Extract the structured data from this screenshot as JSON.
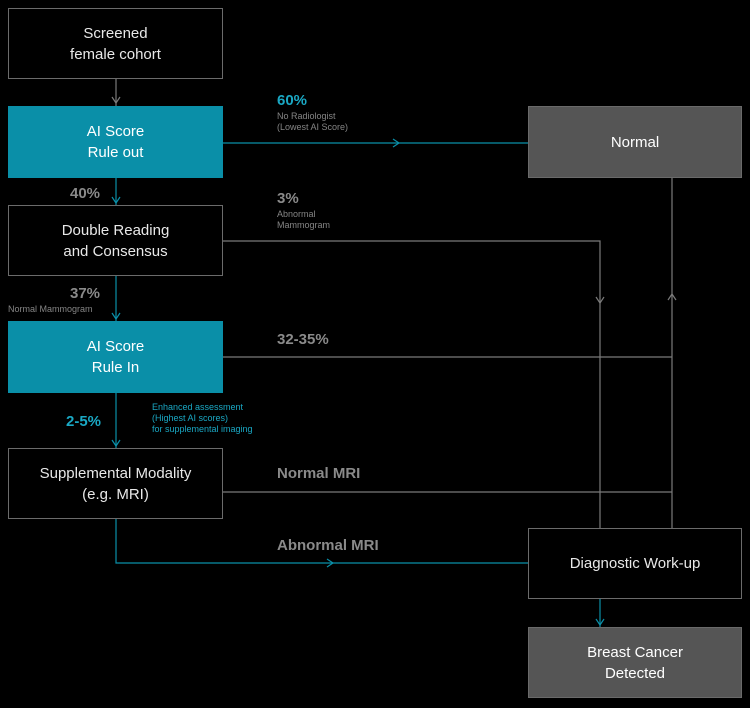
{
  "colors": {
    "background": "#000000",
    "teal": "#0a8fa8",
    "grey_box": "#555555",
    "line": "#7a7a7a"
  },
  "nodes": {
    "screened": {
      "line1": "Screened",
      "line2": "female cohort"
    },
    "ai_rule_out": {
      "line1": "AI Score",
      "line2": "Rule out"
    },
    "double_reading": {
      "line1": "Double Reading",
      "line2": "and Consensus"
    },
    "ai_rule_in": {
      "line1": "AI Score",
      "line2": "Rule In"
    },
    "supplemental": {
      "line1": "Supplemental Modality",
      "line2": "(e.g. MRI)"
    },
    "normal": {
      "line1": "Normal"
    },
    "workup": {
      "line1": "Diagnostic Work-up"
    },
    "cancer": {
      "line1": "Breast Cancer",
      "line2": "Detected"
    }
  },
  "labels": {
    "pct_60": "60%",
    "note_60": [
      "No Radiologist",
      "(Lowest AI Score)"
    ],
    "pct_40": "40%",
    "pct_3": "3%",
    "note_3": [
      "Abnormal",
      "Mammogram"
    ],
    "pct_37": "37%",
    "note_37": "Normal Mammogram",
    "pct_32": "32-35%",
    "pct_2": "2-5%",
    "note_2": [
      "Enhanced assessment",
      "(Highest AI scores)",
      "for supplemental imaging"
    ],
    "normal_mri": "Normal MRI",
    "abnormal_mri": "Abnormal MRI"
  }
}
